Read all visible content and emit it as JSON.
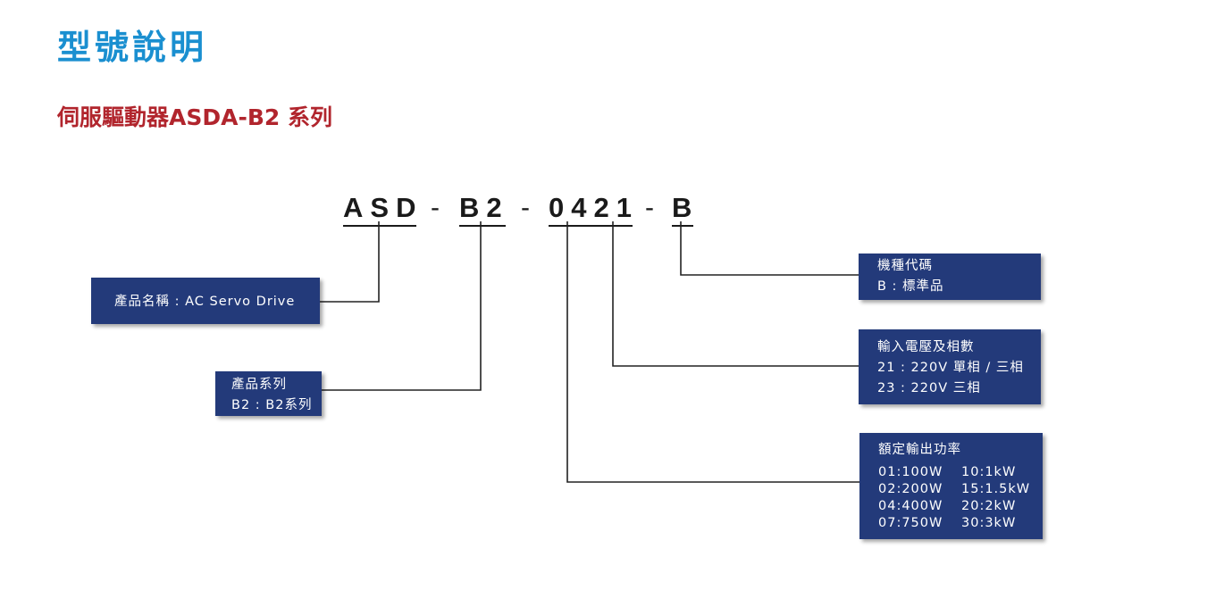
{
  "page_title": "型號說明",
  "section_title": "伺服驅動器ASDA-B2 系列",
  "model_code": {
    "parts": [
      "ASD",
      "B2",
      "0421",
      "B"
    ],
    "separator": "-"
  },
  "boxes": {
    "product_name": {
      "text": "產品名稱 : AC Servo Drive"
    },
    "product_series": {
      "title": "產品系列",
      "line": "B2 : B2系列"
    },
    "model_code_type": {
      "title": "機種代碼",
      "line": "B : 標準品"
    },
    "input_voltage": {
      "title": "輸入電壓及相數",
      "lines": [
        "21 : 220V 單相 / 三相",
        "23 : 220V 三相"
      ]
    },
    "rated_power": {
      "title": "額定輸出功率",
      "rows": [
        [
          "01:100W",
          "10:1kW"
        ],
        [
          "02:200W",
          "15:1.5kW"
        ],
        [
          "04:400W",
          "20:2kW"
        ],
        [
          "07:750W",
          "30:3kW"
        ]
      ]
    }
  }
}
